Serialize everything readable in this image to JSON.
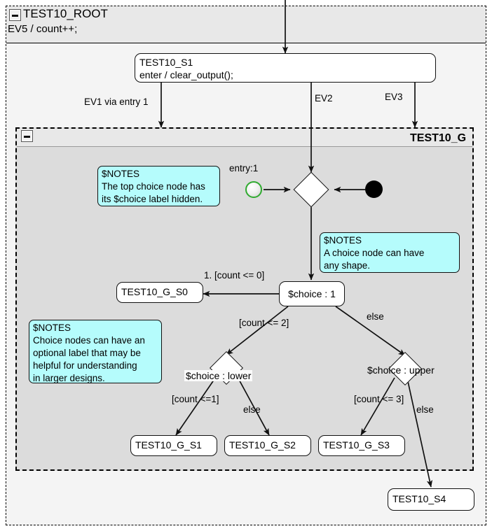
{
  "diagram": {
    "type": "state-machine",
    "root": {
      "name": "TEST10_ROOT",
      "internal_transition": "EV5 / count++;",
      "collapse_icon": "minus-icon"
    },
    "group": {
      "name": "TEST10_G",
      "collapse_icon": "minus-icon"
    }
  },
  "states": {
    "s1": {
      "name": "TEST10_S1",
      "action": "enter / clear_output();"
    },
    "g_s0": {
      "name": "TEST10_G_S0"
    },
    "g_s1": {
      "name": "TEST10_G_S1"
    },
    "g_s2": {
      "name": "TEST10_G_S2"
    },
    "g_s3": {
      "name": "TEST10_G_S3"
    },
    "s4": {
      "name": "TEST10_S4"
    }
  },
  "pseudostates": {
    "entry": {
      "label": "entry:1",
      "icon": "entry-point-icon",
      "color": "#2faa2f"
    },
    "final": {
      "icon": "final-state-icon",
      "color": "#000000"
    },
    "choice_top": {
      "label": "",
      "shape": "diamond",
      "note": "label hidden"
    },
    "choice_1": {
      "label": "$choice : 1",
      "shape": "rounded-rect"
    },
    "choice_lower": {
      "label": "$choice : lower",
      "shape": "diamond"
    },
    "choice_upper": {
      "label": "$choice : upper",
      "shape": "diamond"
    }
  },
  "notes": {
    "note_top": {
      "title": "$NOTES",
      "lines": [
        "The top choice node has",
        "its $choice label hidden."
      ]
    },
    "note_shape": {
      "title": "$NOTES",
      "lines": [
        "A choice node can have",
        "any shape."
      ]
    },
    "note_label": {
      "title": "$NOTES",
      "lines": [
        "Choice nodes can have an",
        "optional label that may be",
        "helpful for understanding",
        "in larger designs."
      ]
    }
  },
  "transitions": {
    "ev1": "EV1 via entry 1",
    "ev2": "EV2",
    "ev3": "EV3",
    "count_le_0": "1. [count <= 0]",
    "count_le_2": "[count <= 2]",
    "else_top": "else",
    "count_le_1": "[count <=1]",
    "else_lower": "else",
    "count_le_3": "[count <= 3]",
    "else_upper": "else"
  },
  "colors": {
    "note_fill": "#b5fcfc",
    "group_fill": "#dcdcdc",
    "root_fill": "#f4f4f4",
    "header_fill": "#e8e8e8",
    "entry_green": "#2faa2f",
    "stroke": "#111111"
  }
}
